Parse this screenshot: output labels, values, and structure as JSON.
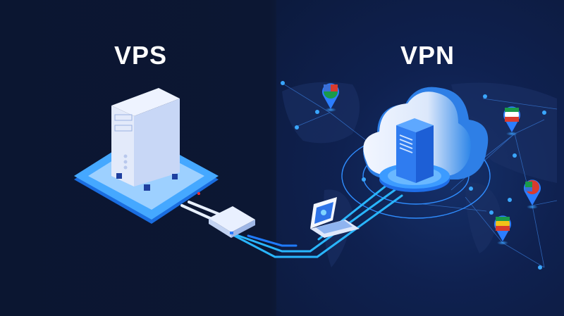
{
  "left_panel": {
    "title": "VPS",
    "subject": "server-tower-on-platform"
  },
  "right_panel": {
    "title": "VPN",
    "subject": "cloud-server-with-world-map"
  },
  "connection": {
    "devices": [
      "router",
      "laptop"
    ]
  },
  "location_pins": [
    {
      "name": "pin-north-america"
    },
    {
      "name": "pin-europe"
    },
    {
      "name": "pin-asia"
    },
    {
      "name": "pin-africa"
    }
  ],
  "colors": {
    "background_left": "#0b1631",
    "background_right": "#0f2150",
    "accent": "#2f7bff",
    "cable": "#29b6ff",
    "text": "#ffffff"
  }
}
